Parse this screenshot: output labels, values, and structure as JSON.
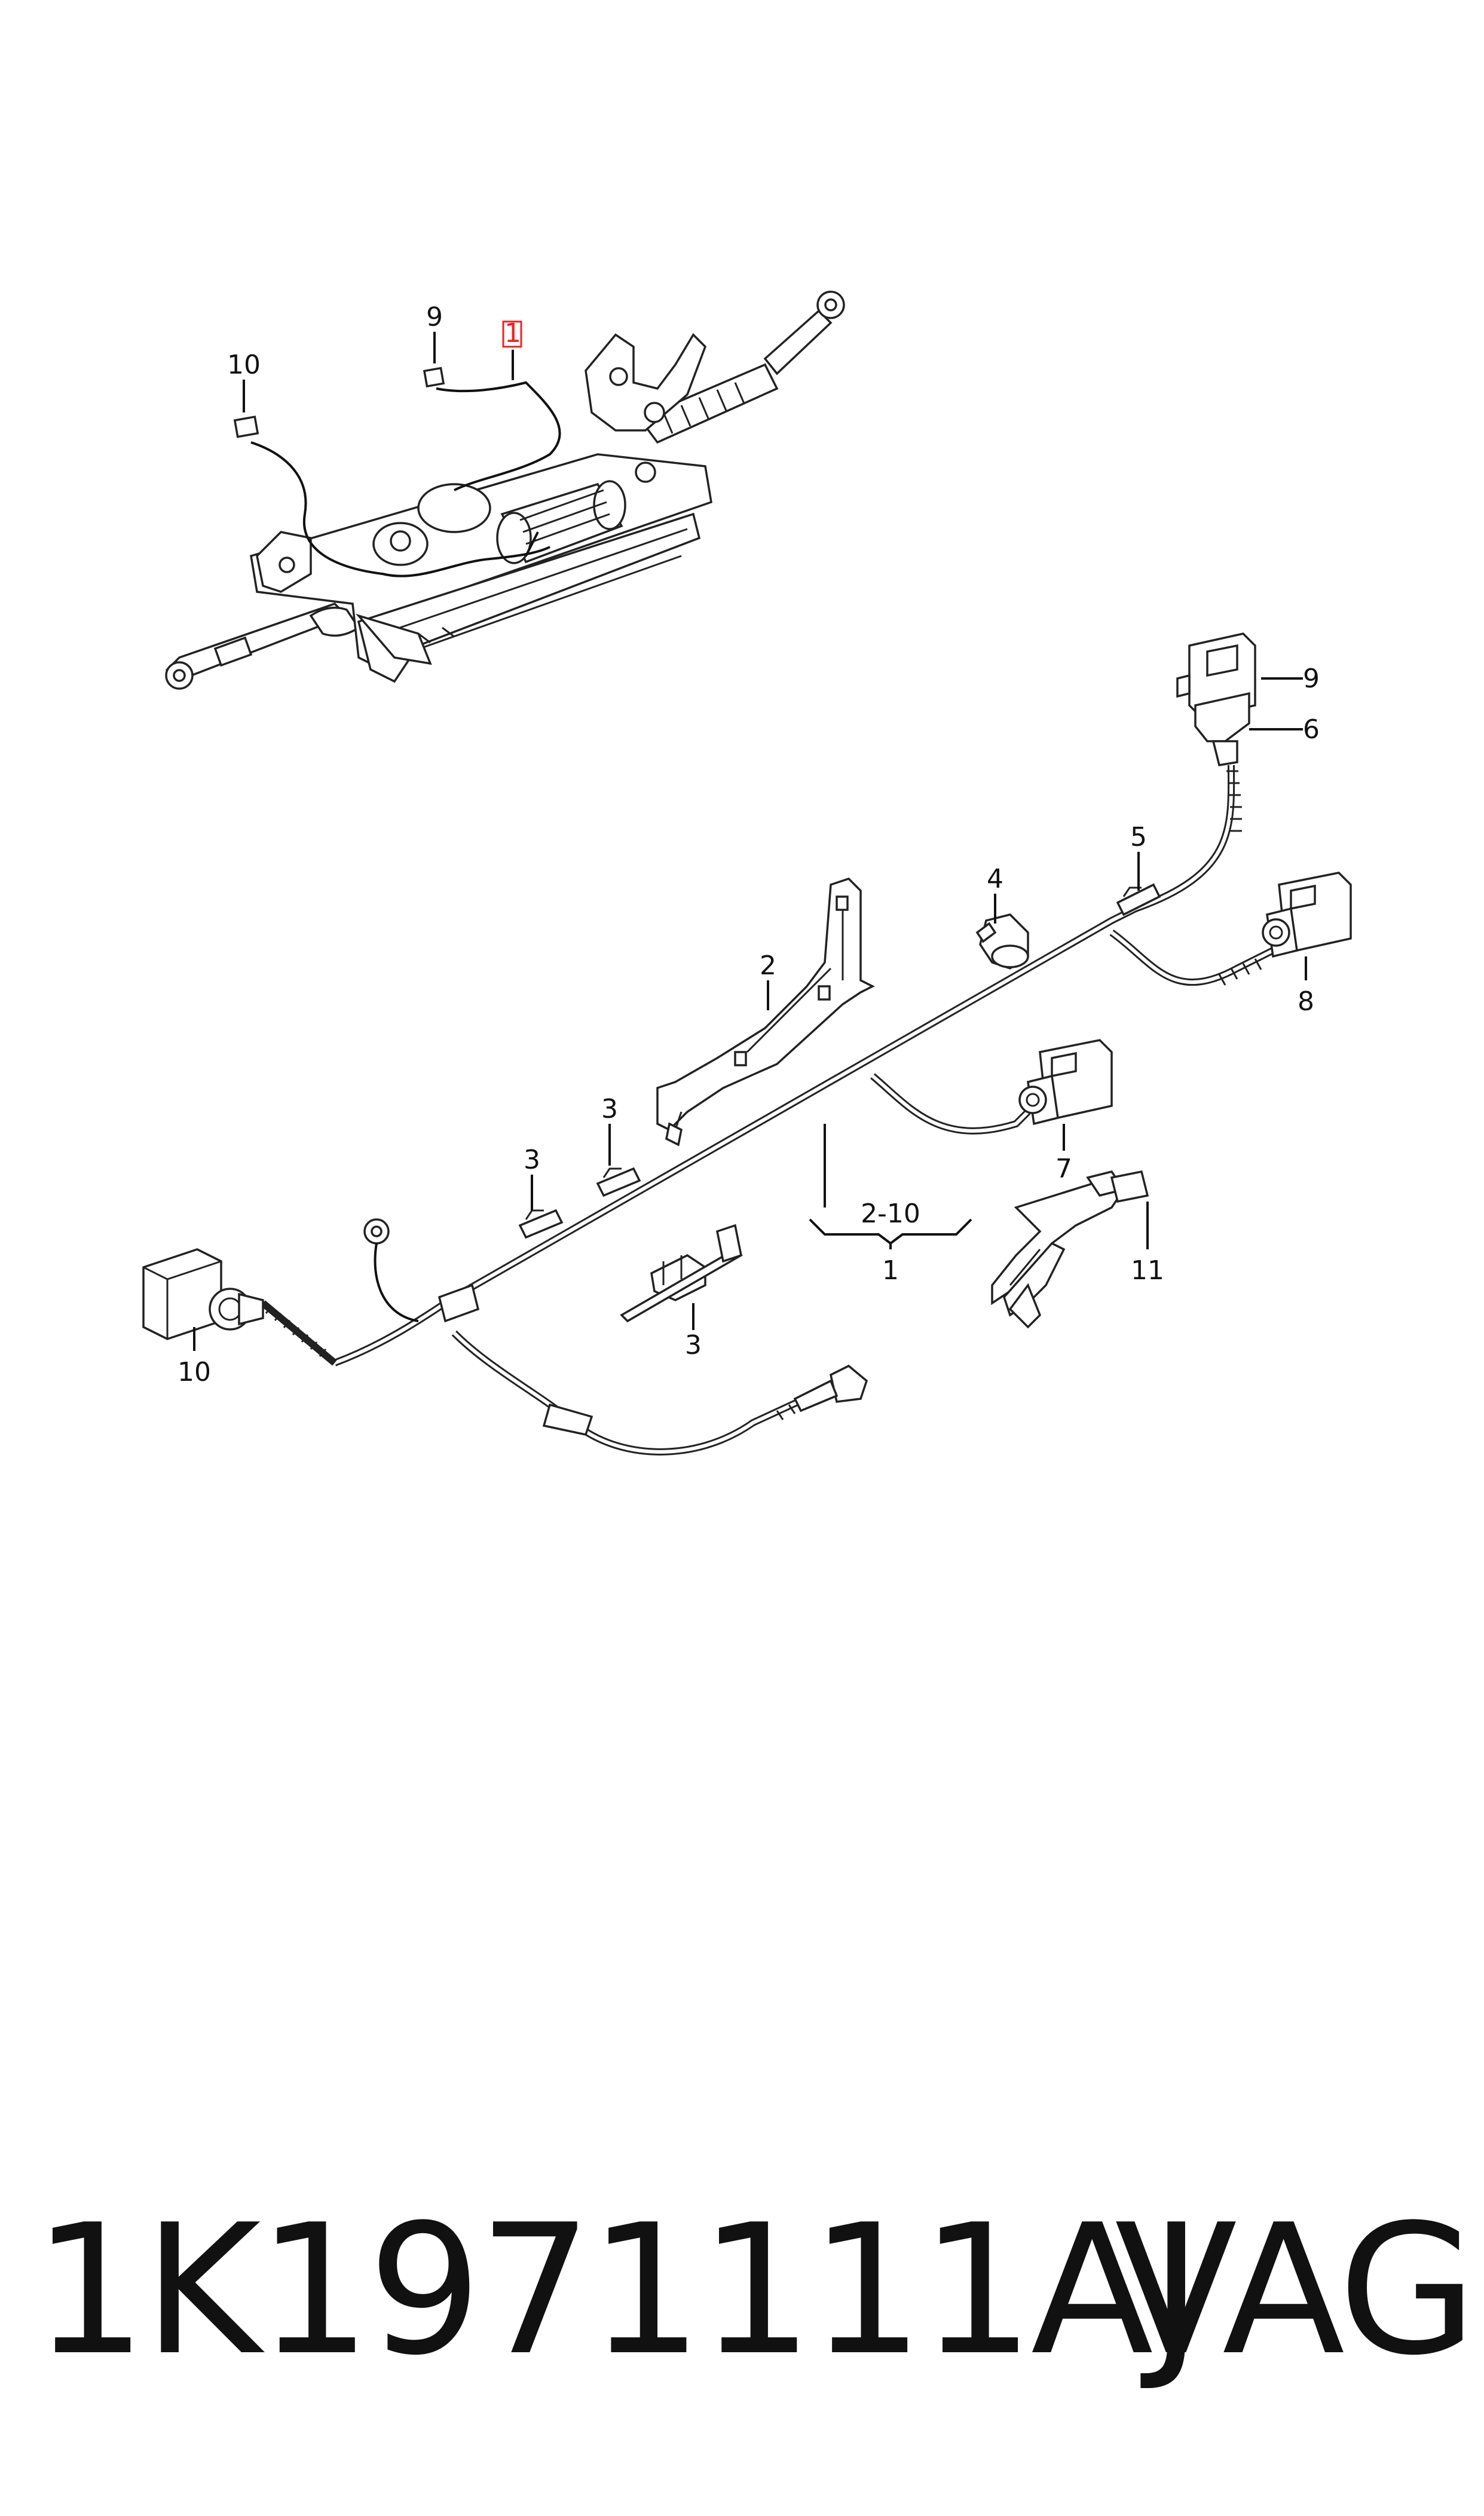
{
  "callouts_top": {
    "c1": "1",
    "c9": "9",
    "c10": "10"
  },
  "callouts_main": {
    "c9": "9",
    "c6": "6",
    "c5": "5",
    "c4": "4",
    "c8": "8",
    "c2": "2",
    "c7": "7",
    "c3a": "3",
    "c3b": "3",
    "c3c": "3",
    "c2_10": "2-10",
    "c1": "1",
    "c11": "11",
    "c10": "10"
  },
  "footer": {
    "part_number": "1K1971111AJ",
    "brand": "VAG"
  },
  "colors": {
    "line": "#111111",
    "highlight": "#e22222",
    "background": "#ffffff"
  }
}
